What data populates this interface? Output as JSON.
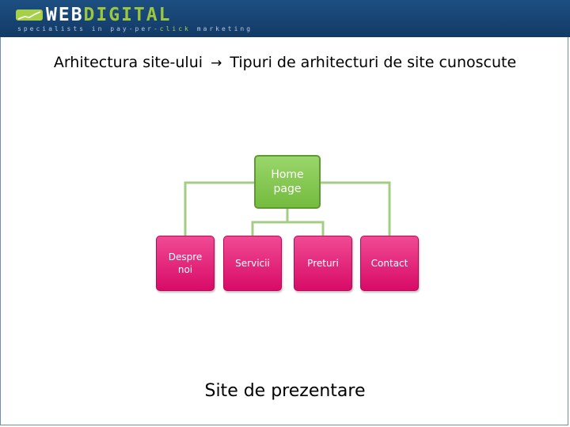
{
  "brand": {
    "logo_text_a": "WEB",
    "logo_text_b": "DIGITAL",
    "tagline_a": "specialists in pay-per-",
    "tagline_b": "click",
    "tagline_c": " marketing",
    "header_color": "#1d4f82",
    "accent_color": "#a7d04a"
  },
  "title": {
    "left": "Arhitectura site-ului",
    "arrow": "→",
    "right": "Tipuri de arhitecturi de site cunoscute"
  },
  "diagram": {
    "root": {
      "label": "Home page",
      "color": "#85c653"
    },
    "children": [
      {
        "label": "Despre noi"
      },
      {
        "label": "Servicii"
      },
      {
        "label": "Preturi"
      },
      {
        "label": "Contact"
      }
    ],
    "child_color": "#e8217c",
    "connector_color": "#a3cc84"
  },
  "caption": "Site de prezentare"
}
